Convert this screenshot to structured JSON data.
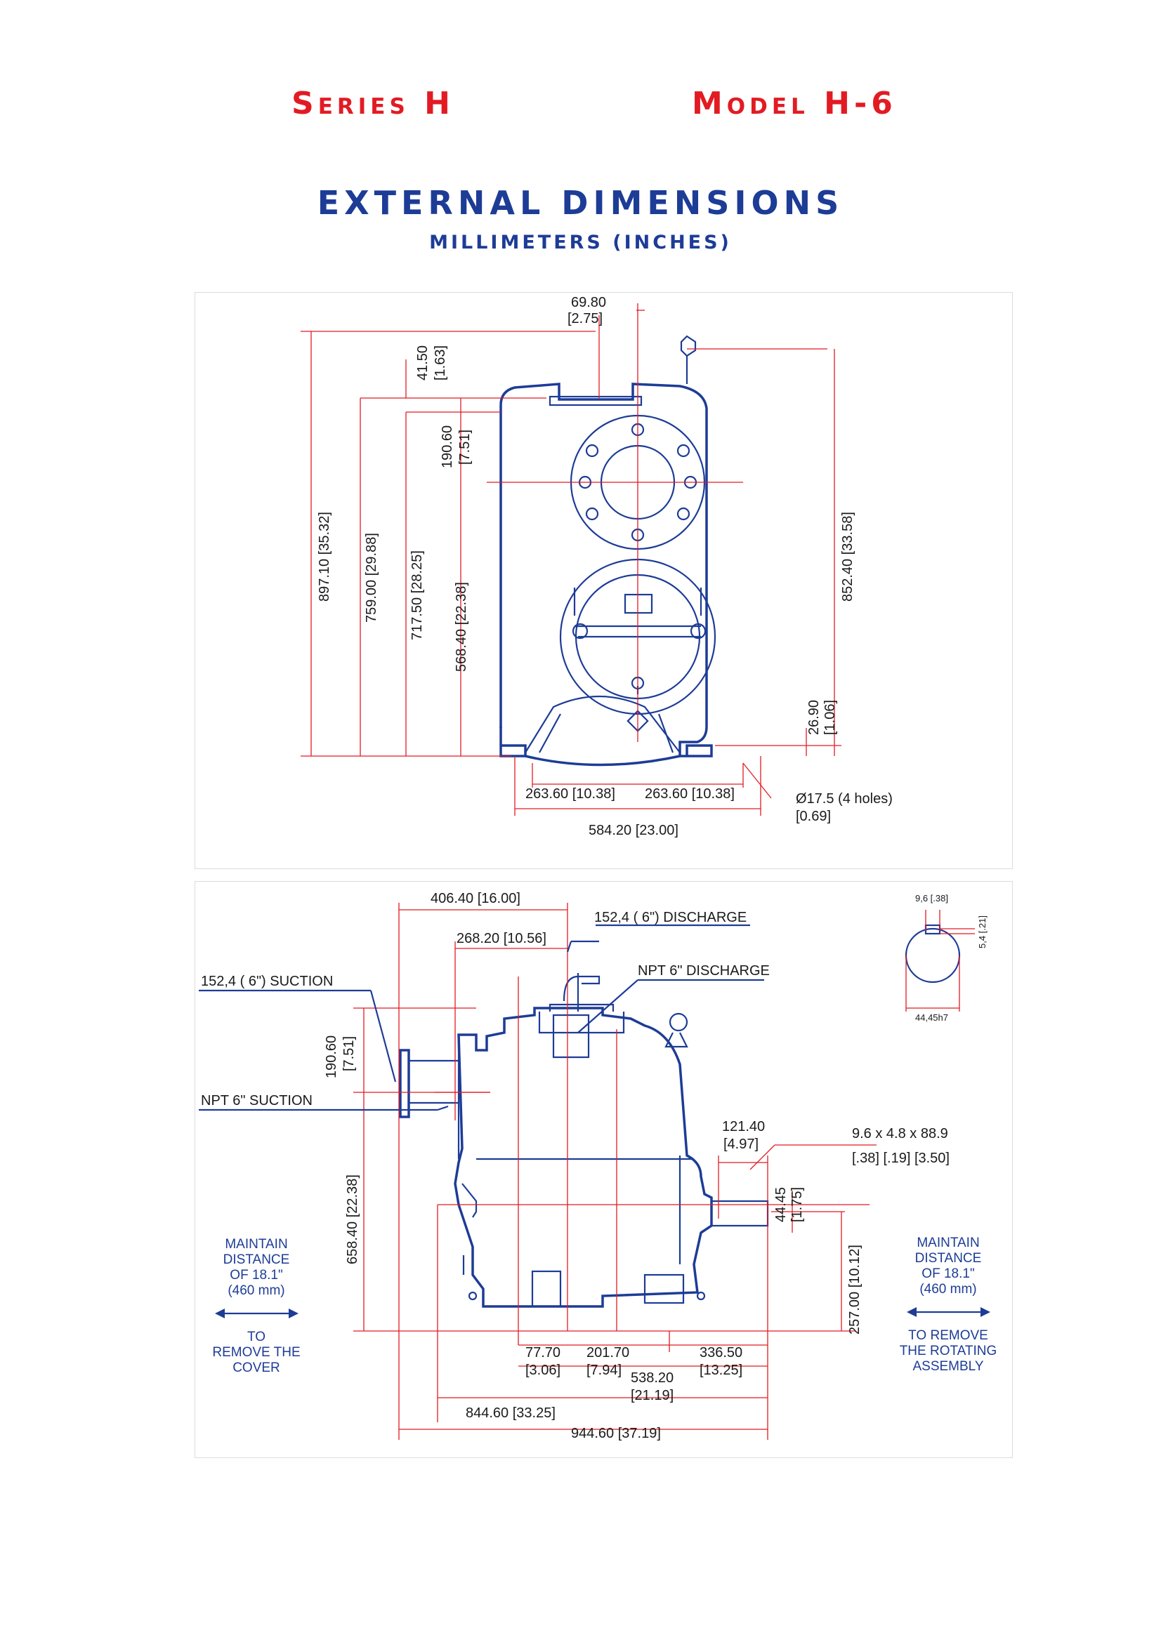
{
  "header": {
    "series": "Series H",
    "model": "Model H-6",
    "title": "EXTERNAL DIMENSIONS",
    "subtitle": "MILLIMETERS (INCHES)"
  },
  "front_view": {
    "top_width": "69.80",
    "top_width_in": "[2.75]",
    "flange_height": "41.50",
    "flange_height_in": "[1.63]",
    "total_height": "897.10 [35.32]",
    "height_759": "759.00 [29.88]",
    "height_717": "717.50 [28.25]",
    "height_190": "190.60",
    "height_190_in": "[7.51]",
    "height_568": "568.40 [22.38]",
    "height_852": "852.40 [33.58]",
    "foot_height": "26.90",
    "foot_height_in": "[1.06]",
    "half_width_left": "263.60  [10.38]",
    "half_width_right": "263.60  [10.38]",
    "base_width": "584.20  [23.00]",
    "hole_note": "Ø17.5 (4 holes)",
    "hole_note_in": "[0.69]"
  },
  "side_view": {
    "dim_406": "406.40  [16.00]",
    "dim_268": "268.20  [10.56]",
    "discharge": "152,4 ( 6\") DISCHARGE",
    "npt_discharge": "NPT 6\" DISCHARGE",
    "suction": "152,4 ( 6\") SUCTION",
    "npt_suction": "NPT 6\" SUCTION",
    "dim_190": "190.60",
    "dim_190_in": "[7.51]",
    "dim_658": "658.40 [22.38]",
    "dim_121": "121.40",
    "dim_121_in": "[4.97]",
    "key_dims": "9.6  x  4.8  x  88.9",
    "key_dims_in": "[.38]  [.19]  [3.50]",
    "shaft_dia": "44.45",
    "shaft_dia_in": "[1.75]",
    "dim_257": "257.00  [10.12]",
    "dim_77": "77.70",
    "dim_77_in": "[3.06]",
    "dim_201": "201.70",
    "dim_201_in": "[7.94]",
    "dim_336": "336.50",
    "dim_336_in": "[13.25]",
    "dim_538": "538.20",
    "dim_538_in": "[21.19]",
    "dim_844": "844.60  [33.25]",
    "dim_944": "944.60  [37.19]",
    "key_small_top": "9,6 [.38]",
    "key_small_side": "5,4 [.21]",
    "key_small_bottom": "44,45h7",
    "maintain_left": [
      "MAINTAIN",
      "DISTANCE",
      "OF 18.1\"",
      "(460 mm)"
    ],
    "maintain_left_action": [
      "TO",
      "REMOVE THE",
      "COVER"
    ],
    "maintain_right": [
      "MAINTAIN",
      "DISTANCE",
      "OF 18.1\"",
      "(460 mm)"
    ],
    "maintain_right_action": [
      "TO REMOVE",
      "THE ROTATING",
      "ASSEMBLY"
    ]
  }
}
